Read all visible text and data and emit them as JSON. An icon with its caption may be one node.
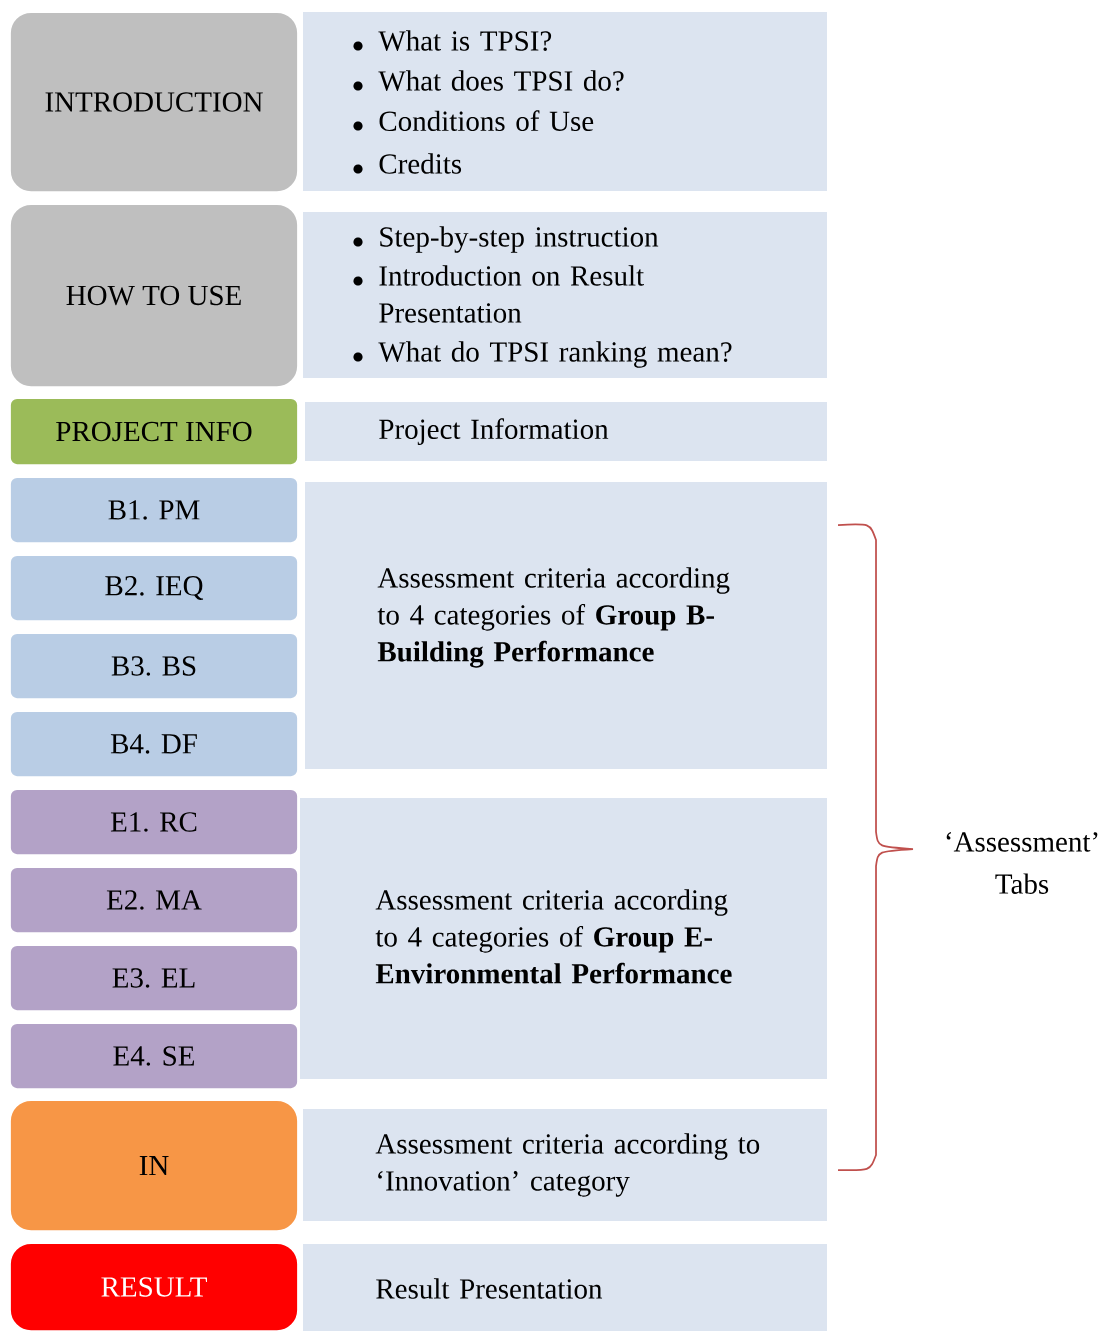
{
  "diagram": {
    "nodes": [
      {
        "text": [
          "INTRODUCTION"
        ]
      },
      {
        "text": [
          "What is TPSI?",
          "What does TPSI do?",
          "Conditions of Use",
          "Credits"
        ]
      },
      {
        "text": [
          "HOW TO USE"
        ]
      },
      {
        "text": [
          "Step-by-step instruction",
          "Introduction on Result Presentation",
          "What do TPSI ranking mean?"
        ]
      },
      {
        "text": [
          "PROJECT INFO"
        ]
      },
      {
        "text": [
          "Project Information"
        ]
      },
      {
        "text": [
          "B1. PM"
        ]
      },
      {
        "text": [
          "B2. IEQ"
        ]
      },
      {
        "text": [
          "B3. BS"
        ]
      },
      {
        "text": [
          "B4. DF"
        ]
      },
      {
        "text": [
          "Assessment criteria according to 4 categories of **Group B- Building Performance**"
        ]
      },
      {
        "text": [
          "E1. RC"
        ]
      },
      {
        "text": [
          "E2. MA"
        ]
      },
      {
        "text": [
          "E3. EL"
        ]
      },
      {
        "text": [
          "E4. SE"
        ]
      },
      {
        "text": [
          "Assessment criteria according to 4 categories of **Group E- Environmental Performance**"
        ]
      },
      {
        "text": [
          "IN"
        ]
      },
      {
        "text": [
          "Assessment criteria according to ‘Innovation’ category"
        ]
      },
      {
        "text": [
          "RESULT"
        ]
      },
      {
        "text": [
          "Result Presentation"
        ]
      }
    ],
    "edges": [],
    "labels": [
      "‘Assessment’ Tabs"
    ]
  }
}
